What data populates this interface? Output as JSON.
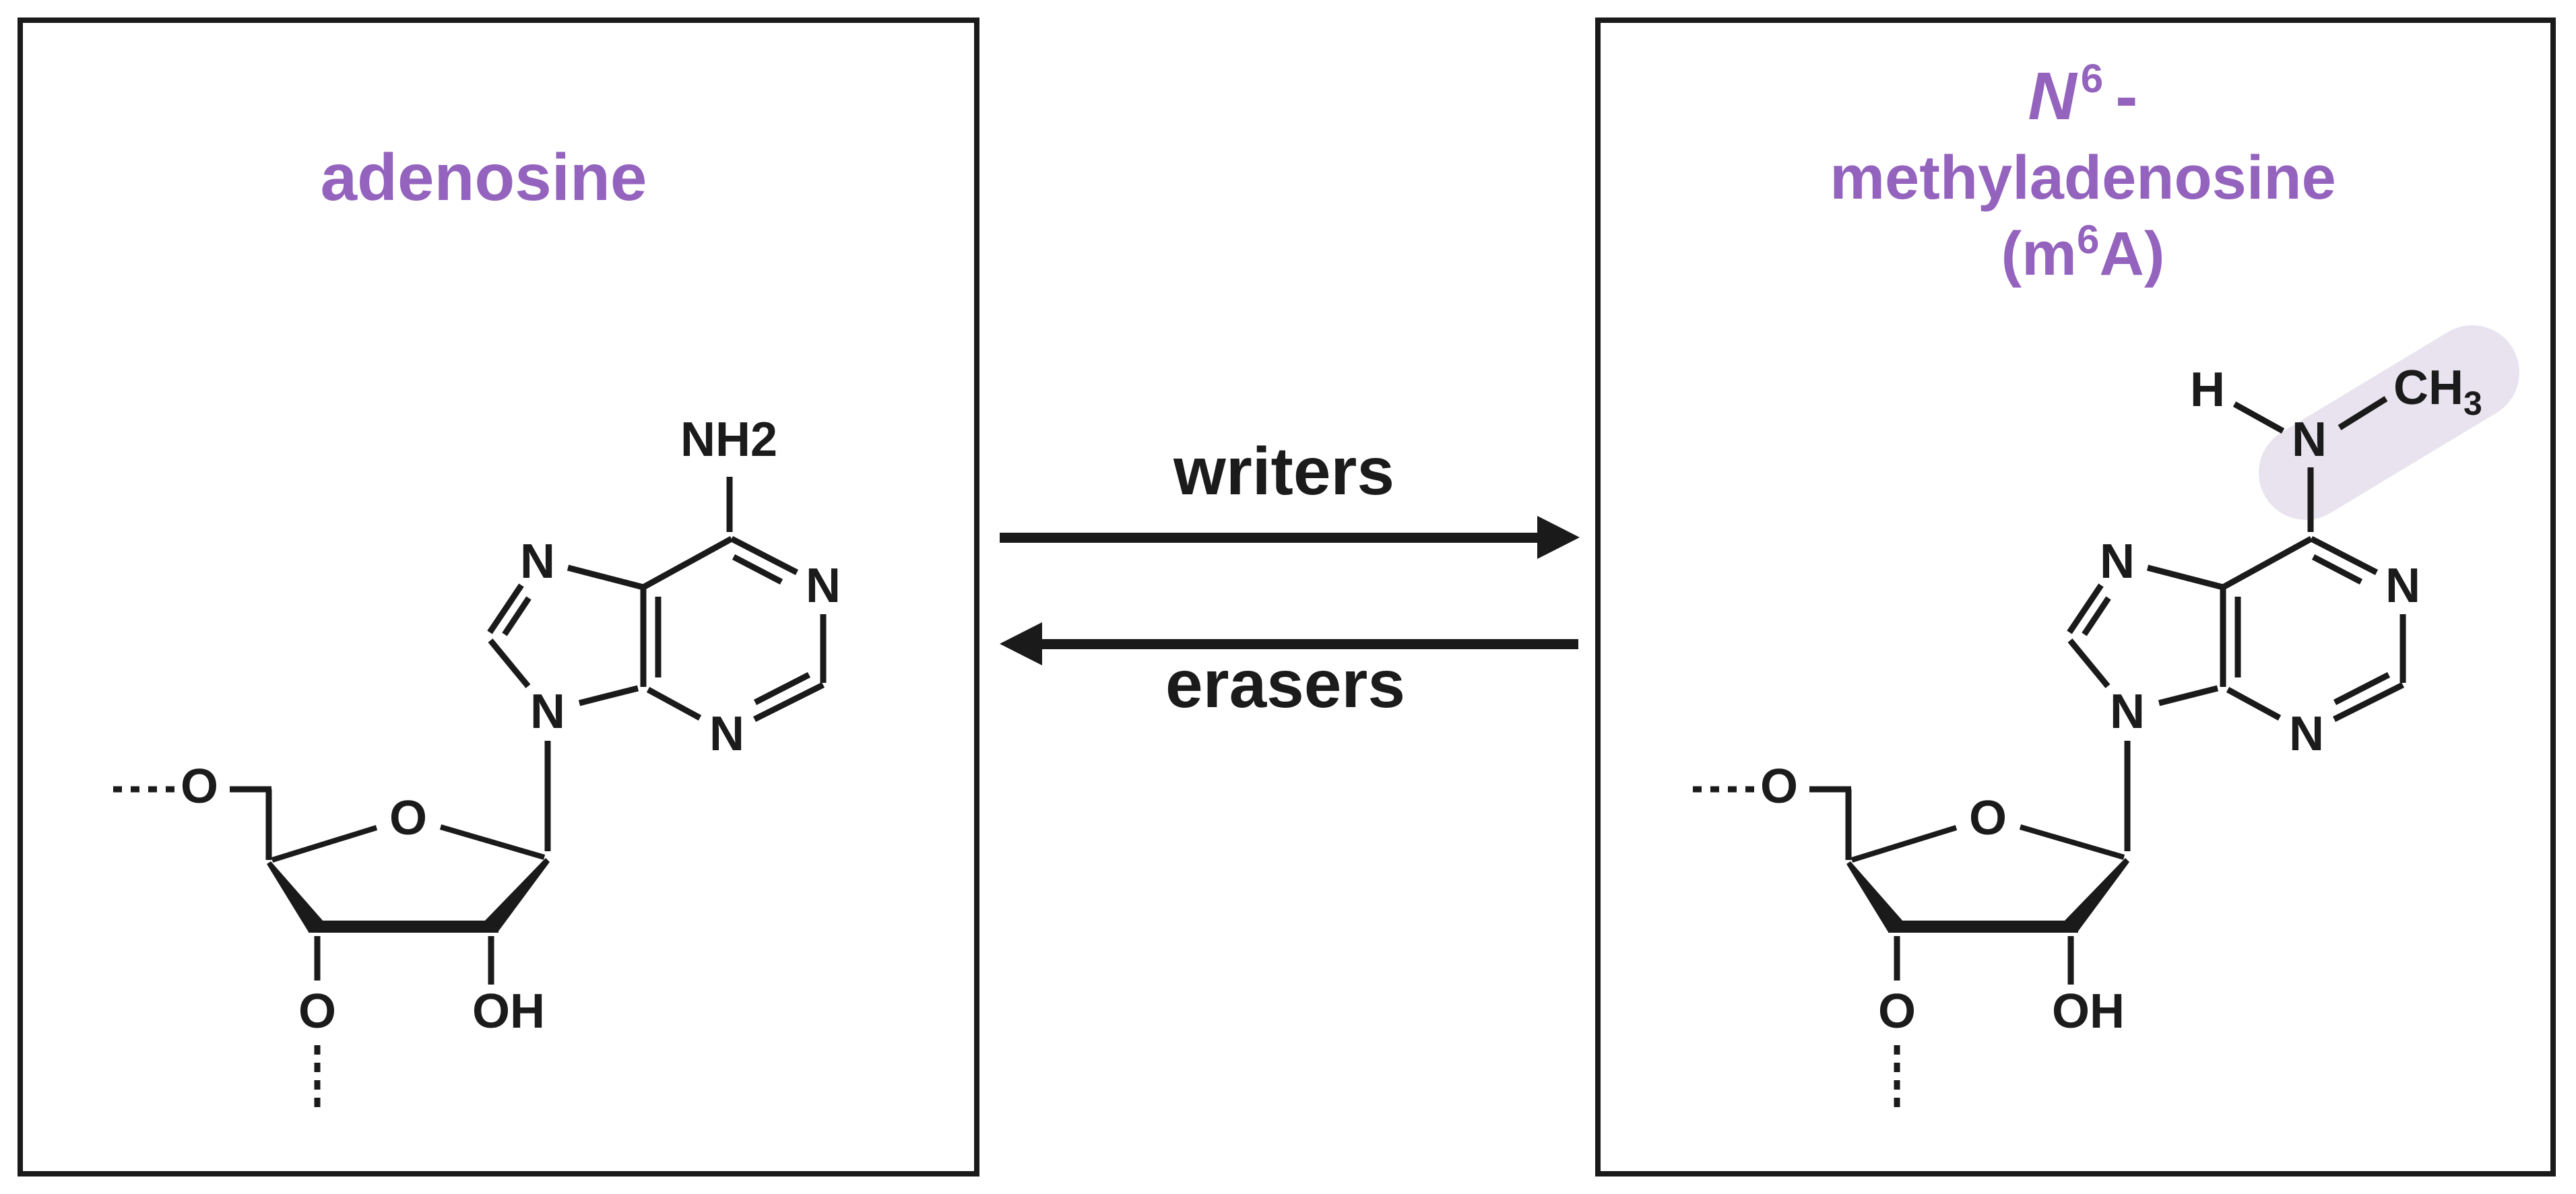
{
  "colors": {
    "outline": "#1a1a1a",
    "title_purple": "#9463BE",
    "highlight_lavender": "#E8E3EE",
    "text_black": "#1b1b1b",
    "background": "#ffffff"
  },
  "left_panel": {
    "title": "adenosine"
  },
  "right_panel": {
    "title": {
      "n": "N",
      "sup": "6",
      "dash": "-",
      "line2": "methyladenosine",
      "line3_open": "(m",
      "line3_sup": "6",
      "line3_close": "A)"
    }
  },
  "reaction": {
    "forward_label": "writers",
    "reverse_label": "erasers"
  },
  "atom_labels": {
    "nh2": "NH2",
    "n": "N",
    "o": "O",
    "oh": "OH",
    "h": "H",
    "ch": "CH",
    "ch3_sub": "3"
  }
}
